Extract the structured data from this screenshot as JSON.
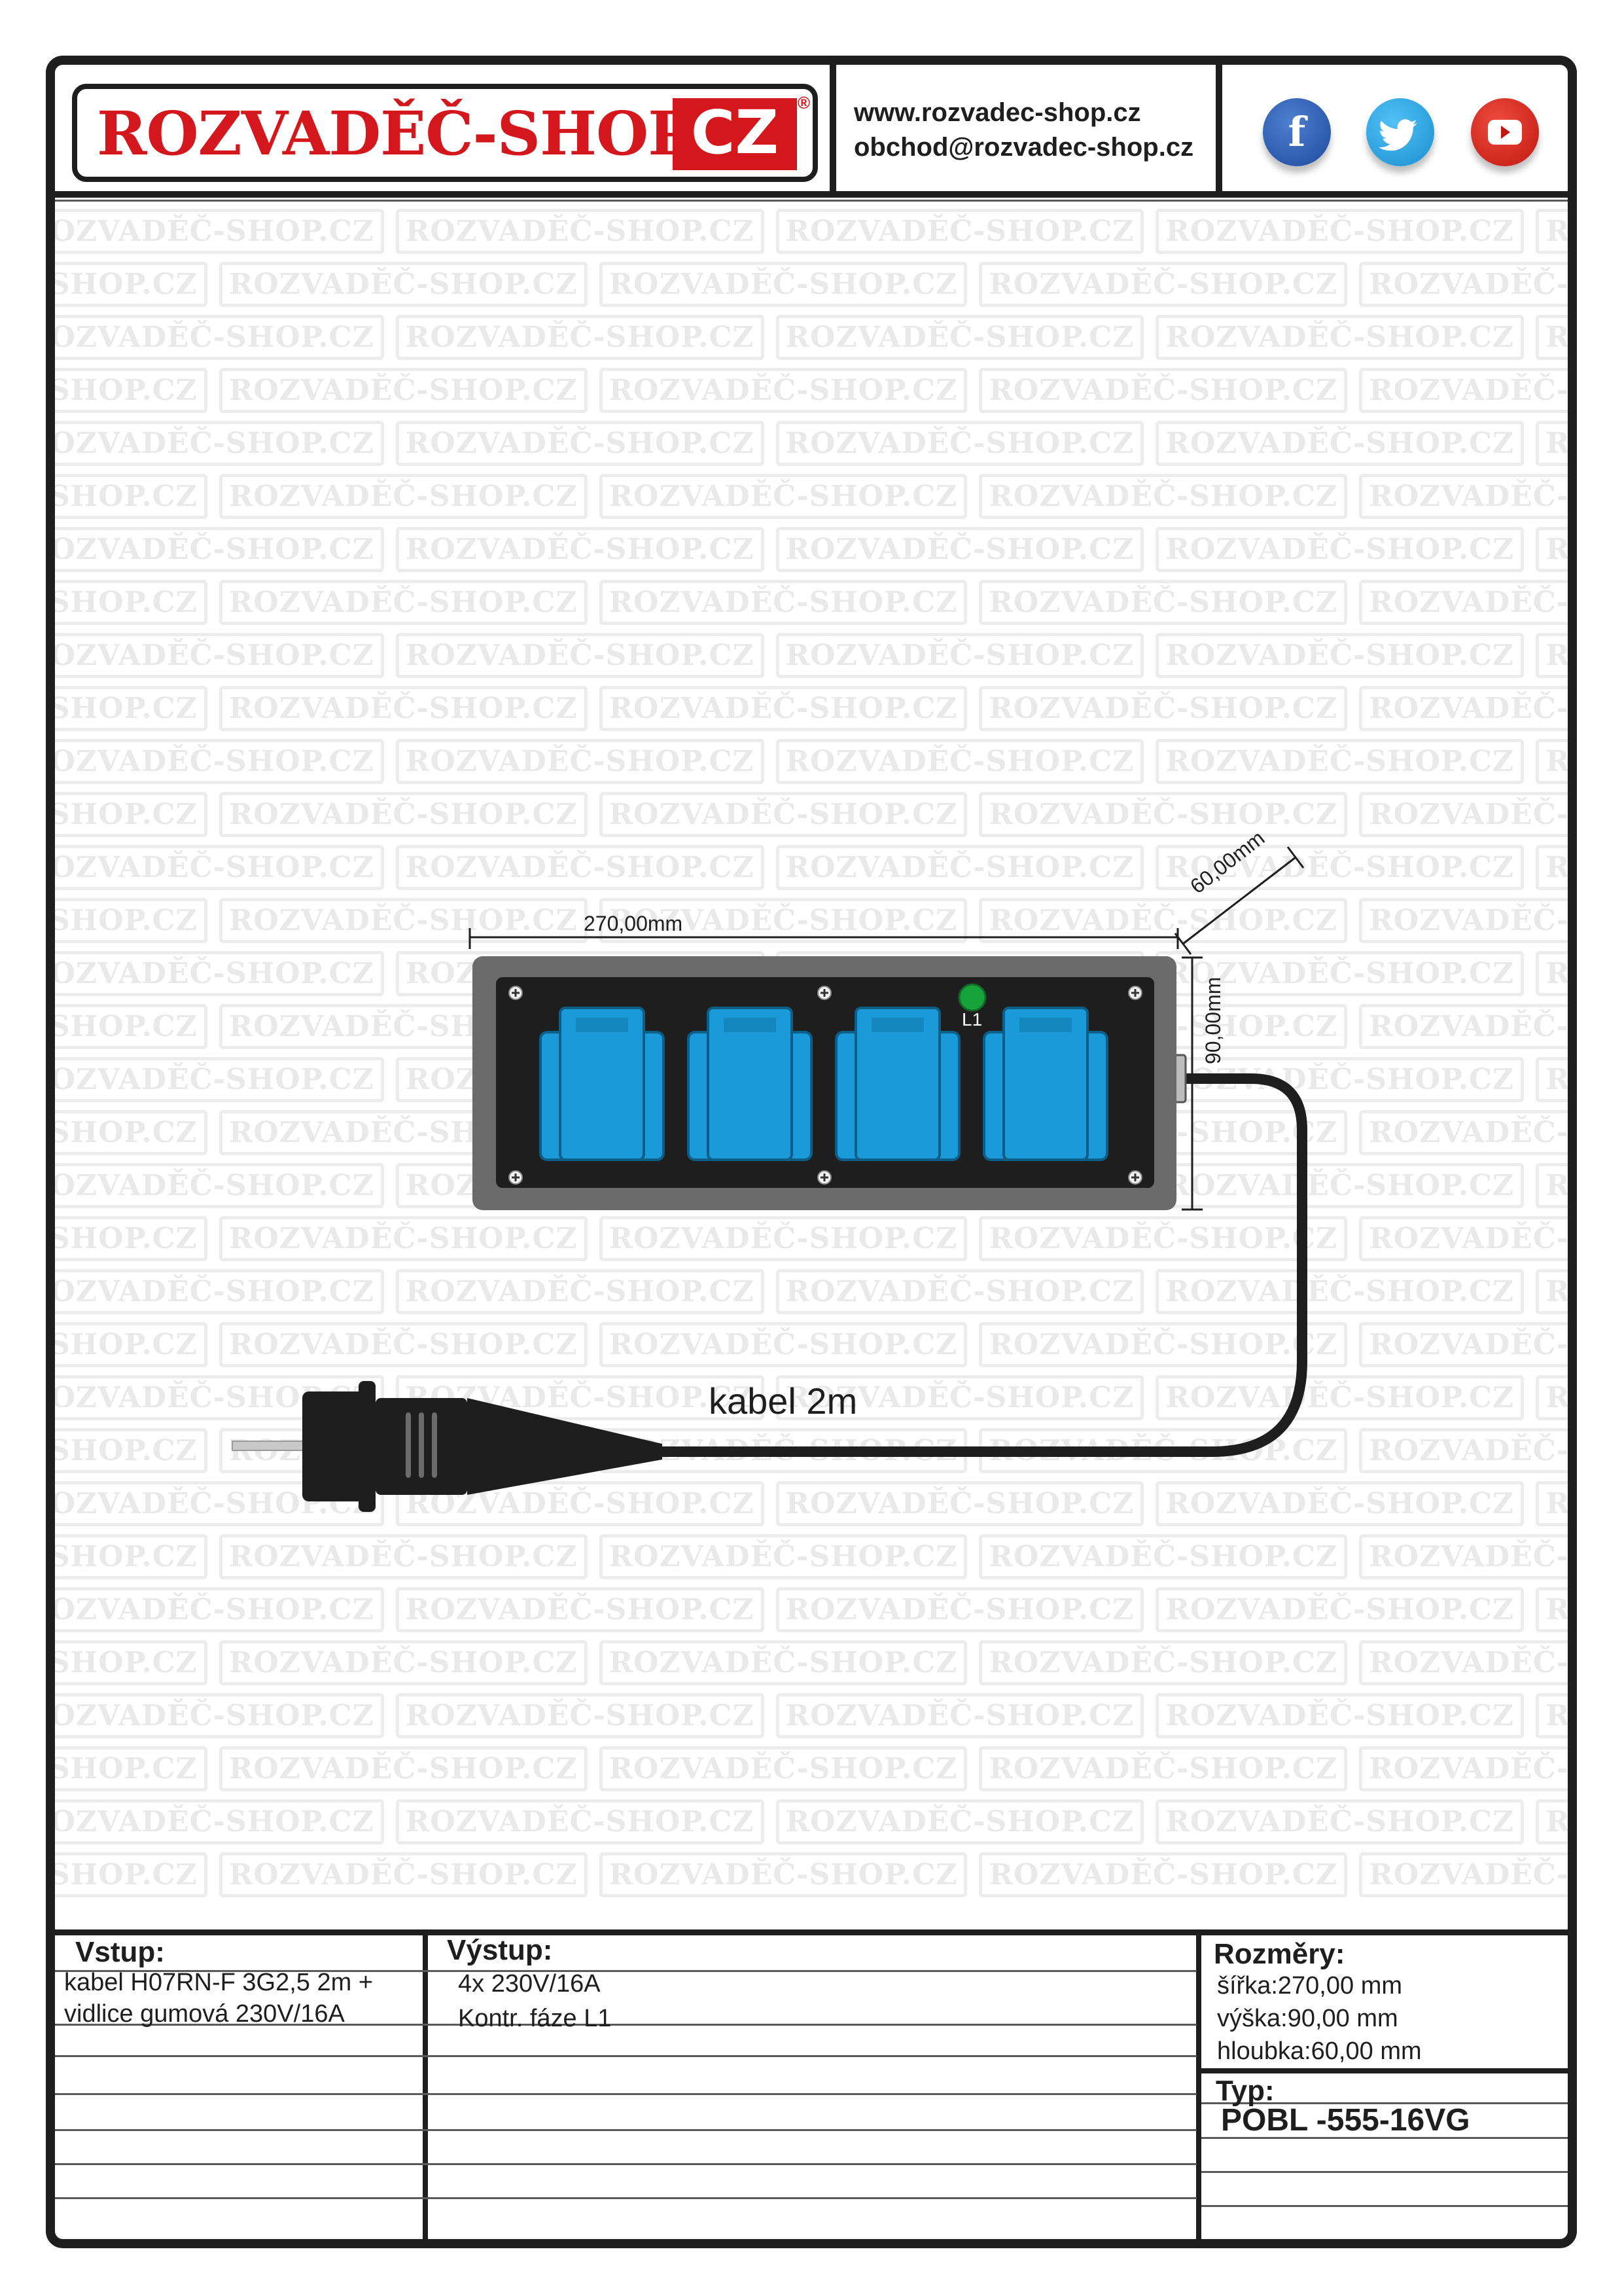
{
  "header": {
    "logo": {
      "text": "ROZVADĚČ-SHOP",
      "suffix": "CZ",
      "registered": "®"
    },
    "website": "www.rozvadec-shop.cz",
    "email": "obchod@rozvadec-shop.cz",
    "social": [
      {
        "icon": "facebook-icon",
        "glyph": "f",
        "color": "#1d4a9e"
      },
      {
        "icon": "twitter-icon",
        "glyph": "🐦",
        "color": "#1a8fd0"
      },
      {
        "icon": "youtube-icon",
        "glyph": "▶",
        "color": "#c01810"
      }
    ]
  },
  "watermark": {
    "text": "ROZVADĚČ-SHOP.CZ"
  },
  "diagram": {
    "width_label": "270,00mm",
    "height_label": "90,00mm",
    "depth_label": "60,00mm",
    "phase_label": "L1",
    "cable_label": "kabel 2m",
    "socket_color": "#1a9ad8",
    "indicator_color": "#18a33a"
  },
  "spec": {
    "input": {
      "title": "Vstup:",
      "lines": [
        "kabel H07RN-F 3G2,5 2m +",
        "vidlice gumová 230V/16A"
      ]
    },
    "output": {
      "title": "Výstup:",
      "lines": [
        "4x 230V/16A",
        "Kontr. fáze L1"
      ]
    },
    "dimensions": {
      "title": "Rozměry:",
      "lines": [
        "šířka:270,00 mm",
        "výška:90,00 mm",
        "hloubka:60,00 mm"
      ]
    },
    "type": {
      "title": "Typ:",
      "value": "POBL -555-16VG"
    }
  }
}
